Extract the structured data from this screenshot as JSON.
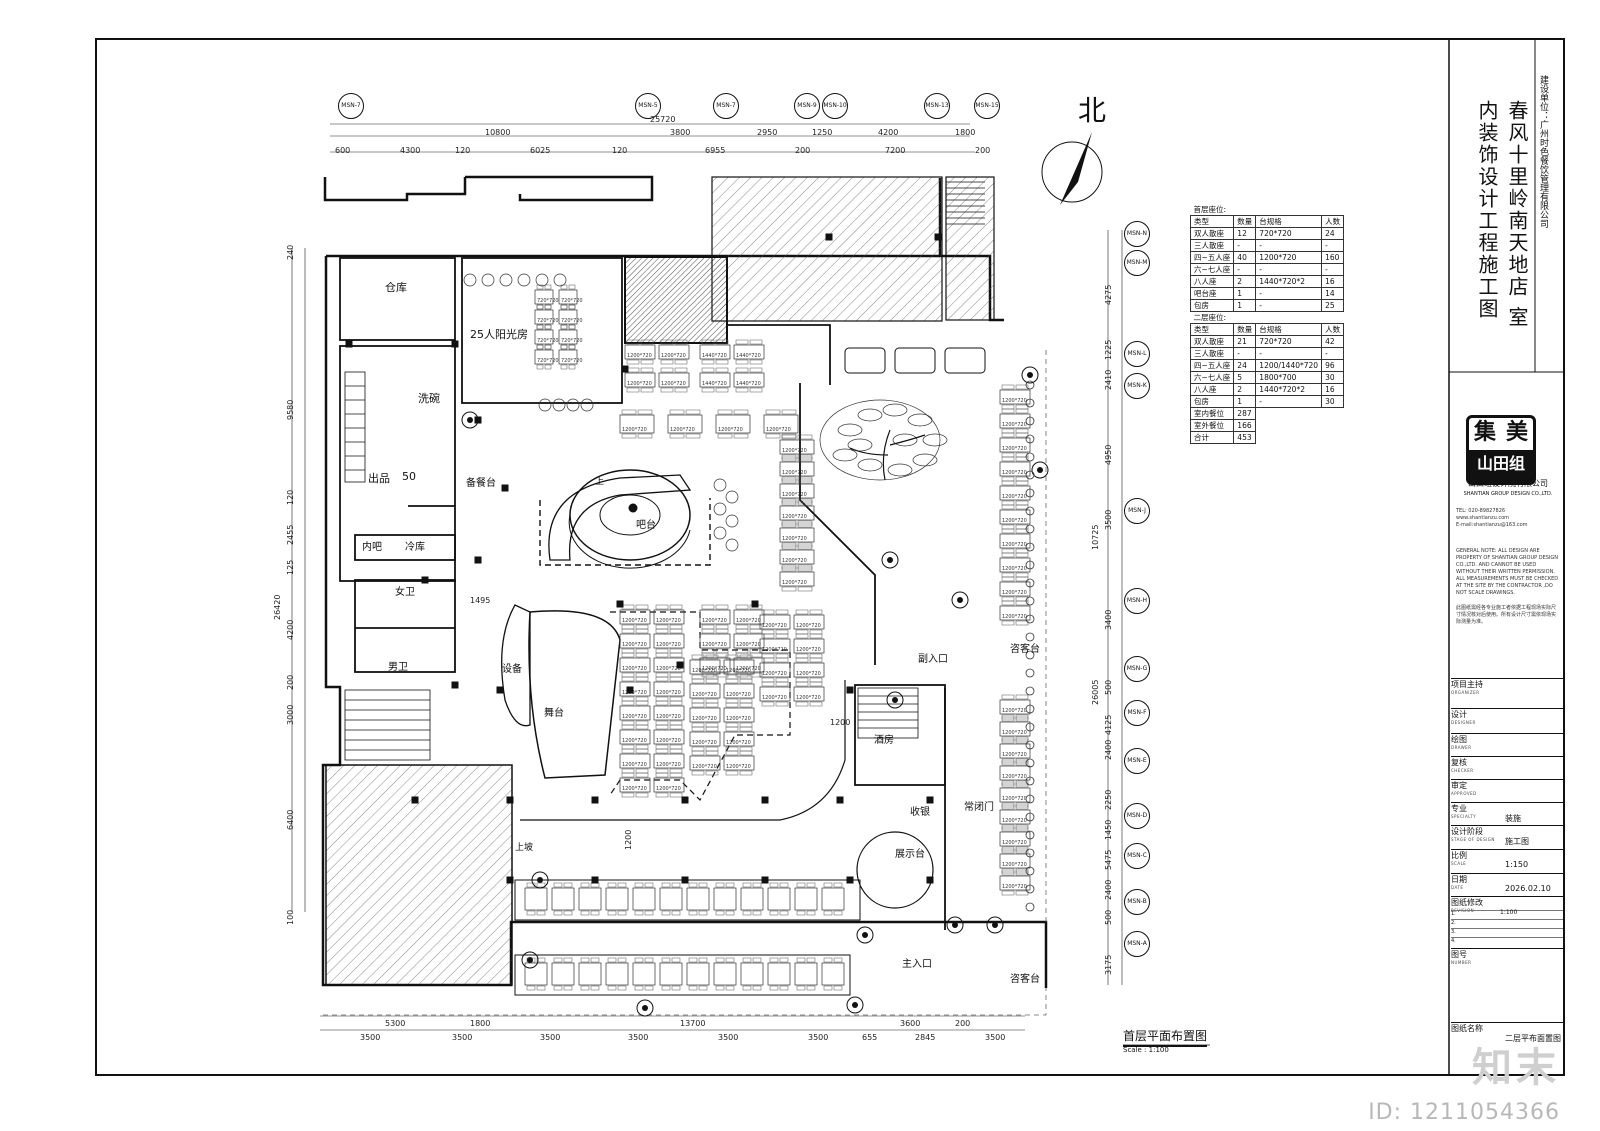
{
  "project": {
    "title_line1": "春风十里岭南天地店",
    "title_line2": "室内装饰设计工程施工图",
    "build_unit": "建设单位：广州时色餐饮管理有限公司"
  },
  "firm": {
    "logo_chars": [
      "美",
      "集",
      "山田组"
    ],
    "name_cn": "山田组设计院有限公司",
    "name_en": "SHANTIAN GROUP DESIGN CO.,LTD.",
    "tel": "TEL: 020-89827826",
    "web": "www.shantianzu.com",
    "email": "E-mail:shantianzu@163.com"
  },
  "notes": {
    "general_en": "GENERAL NOTE: ALL DESIGN ARE PROPERTY OF SHANTIAN GROUP DESIGN CO.,LTD. AND CANNOT BE USED WITHOUT THEIR WRITTEN PERMISSION. ALL MEASUREMENTS MUST BE CHECKED AT THE SITE BY THE CONTRACTOR ,DO NOT SCALE DRAWINGS.",
    "general_cn": "此图纸需经各专业施工者依据工程现场实际尺寸情况核对后使用。所有设计尺寸需依现场实际测量为准。"
  },
  "title_block": [
    {
      "label": "项目主持",
      "sub": "ORGANIZER",
      "value": ""
    },
    {
      "label": "设计",
      "sub": "DESIGNER",
      "value": ""
    },
    {
      "label": "绘图",
      "sub": "DRAWER",
      "value": ""
    },
    {
      "label": "复核",
      "sub": "CHECKER",
      "value": ""
    },
    {
      "label": "审定",
      "sub": "APPROVED",
      "value": ""
    },
    {
      "label": "专业",
      "sub": "SPECIALTY",
      "value": "装施"
    },
    {
      "label": "设计阶段",
      "sub": "STAGE OF DESIGN",
      "value": "施工图"
    },
    {
      "label": "比例",
      "sub": "SCALE",
      "value": "1:150"
    },
    {
      "label": "日期",
      "sub": "DATE",
      "value": "2026.02.10"
    },
    {
      "label": "图纸修改",
      "sub": "REVISION",
      "value": ""
    },
    {
      "label": "图号",
      "sub": "NUMBER",
      "value": ""
    },
    {
      "label": "图纸名称",
      "sub": "",
      "value": "二层平布面置图"
    }
  ],
  "revision_rows": [
    "1.",
    "2.",
    "3.",
    "4."
  ],
  "revision_value": "1:100",
  "seating": {
    "floor1_title": "首层座位:",
    "floor2_title": "二层座位:",
    "header": [
      "类型",
      "数量",
      "台规格",
      "人数"
    ],
    "floor1": [
      [
        "双人散座",
        "12",
        "720*720",
        "24"
      ],
      [
        "三人散座",
        "-",
        "-",
        "-"
      ],
      [
        "四~五人座",
        "40",
        "1200*720",
        "160"
      ],
      [
        "六~七人座",
        "-",
        "-",
        "-"
      ],
      [
        "八人座",
        "2",
        "1440*720*2",
        "16"
      ],
      [
        "吧台座",
        "1",
        "-",
        "14"
      ],
      [
        "包房",
        "1",
        "-",
        "25"
      ]
    ],
    "floor2": [
      [
        "双人散座",
        "21",
        "720*720",
        "42"
      ],
      [
        "三人散座",
        "-",
        "-",
        "-"
      ],
      [
        "四~五人座",
        "24",
        "1200/1440*720",
        "96"
      ],
      [
        "六~七人座",
        "5",
        "1800*700",
        "30"
      ],
      [
        "八人座",
        "2",
        "1440*720*2",
        "16"
      ],
      [
        "包房",
        "1",
        "-",
        "30"
      ]
    ],
    "totals": [
      [
        "室内餐位",
        "287"
      ],
      [
        "室外餐位",
        "166"
      ],
      [
        "合计",
        "453"
      ]
    ]
  },
  "rooms": {
    "warehouse": "仓库",
    "sunroom": "25人阳光房",
    "dishwash": "洗碗",
    "output": "出品",
    "output_num": "50",
    "inner_bar": "内吧",
    "cold_store": "冷库",
    "female_wc": "女卫",
    "male_wc": "男卫",
    "prep": "备餐台",
    "bar": "吧台",
    "up1": "上",
    "equipment": "设备",
    "stage": "舞台",
    "wine_room": "酒房",
    "side_entry": "副入口",
    "cashier": "收银",
    "closed_door": "常闭门",
    "display": "展示台",
    "main_entry": "主入口",
    "consult_top": "咨客台",
    "consult_bottom": "咨客台",
    "slope": "上坡"
  },
  "north_label": "北",
  "plan_title": "首层平面布置图",
  "plan_scale": "Scale : 1:100",
  "grid_top": [
    "MSN-7",
    "MSN-5",
    "MSN-7",
    "MSN-9",
    "MSN-10",
    "MSN-13",
    "MSN-15"
  ],
  "grid_right": [
    "MSN-N",
    "MSN-M",
    "MSN-L",
    "MSN-K",
    "MSN-J",
    "MSN-H",
    "MSN-G",
    "MSN-F",
    "MSN-E",
    "MSN-D",
    "MSN-C",
    "MSN-B",
    "MSN-A"
  ],
  "dims_top_total": "25720",
  "dims_top_row1": [
    "10800",
    "3800",
    "2950",
    "1250",
    "4200",
    "1800"
  ],
  "dims_top_row2": [
    "600",
    "4300",
    "120",
    "6025",
    "120",
    "6955",
    "200",
    "7200",
    "200"
  ],
  "dims_left": [
    "240",
    "9580",
    "120",
    "2455",
    "125",
    "4200",
    "200",
    "3000",
    "6400",
    "100"
  ],
  "dims_left_total": "26420",
  "dims_right": [
    "4275",
    "1225",
    "2410",
    "4950",
    "3500",
    "3400",
    "500",
    "4125",
    "2400",
    "2250",
    "1450",
    "5475",
    "2400",
    "500",
    "3175"
  ],
  "dims_right_total1": "10725",
  "dims_right_total2": "26005",
  "dims_bottom_row1": [
    "5300",
    "1800",
    "13700",
    "3600",
    "200"
  ],
  "dims_bottom_row2": [
    "3500",
    "3500",
    "3500",
    "3500",
    "3500",
    "3500",
    "655",
    "2845",
    "3500"
  ],
  "dims_misc": [
    "1495",
    "1200",
    "1200"
  ],
  "table_labels": [
    "1200*720",
    "1440*720",
    "720*720"
  ],
  "watermark": "知末",
  "image_id": "ID: 1211054366"
}
